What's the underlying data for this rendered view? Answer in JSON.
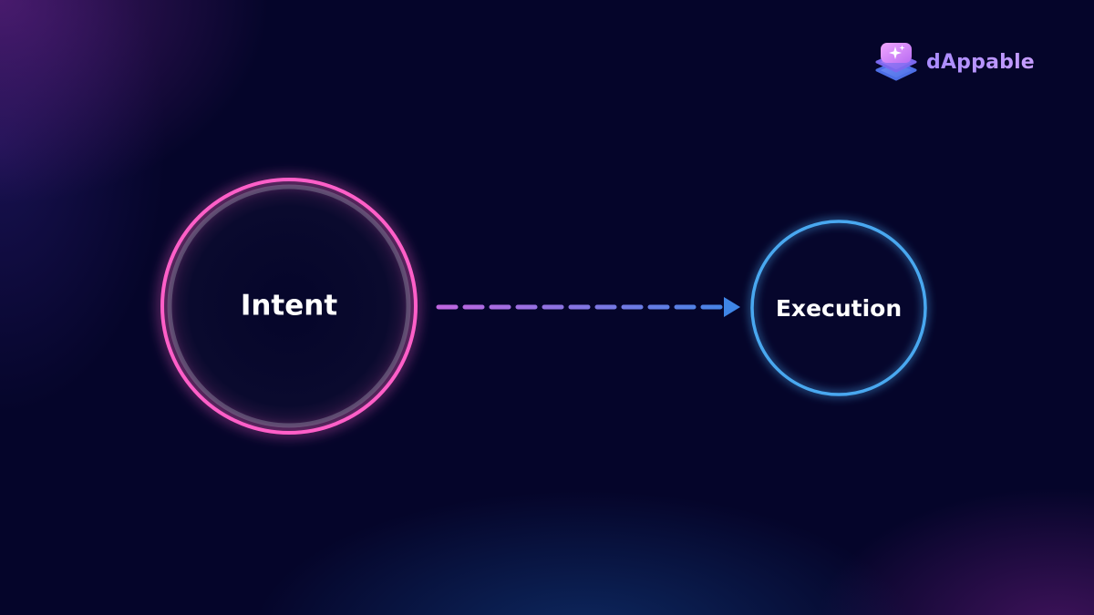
{
  "brand": {
    "name": "dAppable",
    "logo_icon": "stacked-layers-sparkle-icon",
    "color": "#b787ff"
  },
  "nodes": [
    {
      "id": "intent",
      "label": "Intent",
      "ring_color": "#ff5fc8",
      "inner_ring_color": "#4a4a66"
    },
    {
      "id": "execution",
      "label": "Execution",
      "ring_color": "#4aa8f0"
    }
  ],
  "edges": [
    {
      "from": "intent",
      "to": "execution",
      "style": "dashed",
      "arrow": "end",
      "color_start": "#c066e0",
      "color_end": "#3f86e6"
    }
  ]
}
